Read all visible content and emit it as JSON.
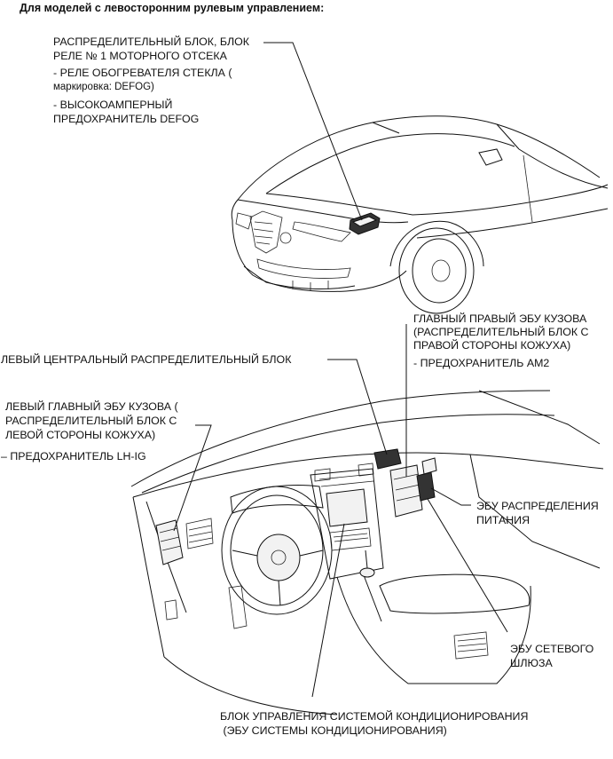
{
  "title": "Для моделей с левосторонним рулевым управлением:",
  "labels": {
    "engine_block": {
      "line1": "РАСПРЕДЕЛИТЕЛЬНЫЙ БЛОК, БЛОК",
      "line2": "РЕЛЕ № 1 МОТОРНОГО ОТСЕКА",
      "item1_line1": "- РЕЛЕ ОБОГРЕВАТЕЛЯ СТЕКЛА (",
      "item1_line2": "маркировка: DEFOG)",
      "item2_line1": "- ВЫСОКОАМПЕРНЫЙ",
      "item2_line2": "ПРЕДОХРАНИТЕЛЬ DEFOG"
    },
    "main_body_ecu_right": {
      "line1": "ГЛАВНЫЙ ПРАВЫЙ ЭБУ КУЗОВА",
      "line2": "(РАСПРЕДЕЛИТЕЛЬНЫЙ БЛОК С",
      "line3": "ПРАВОЙ СТОРОНЫ КОЖУХА)",
      "item1": "- ПРЕДОХРАНИТЕЛЬ AM2"
    },
    "left_central_block": {
      "line1": "ЛЕВЫЙ ЦЕНТРАЛЬНЫЙ РАСПРЕДЕЛИТЕЛЬНЫЙ БЛОК"
    },
    "main_body_ecu_left": {
      "line1": "ЛЕВЫЙ ГЛАВНЫЙ ЭБУ КУЗОВА (",
      "line2": "РАСПРЕДЕЛИТЕЛЬНЫЙ БЛОК С",
      "line3": "ЛЕВОЙ СТОРОНЫ КОЖУХА)",
      "item1": "– ПРЕДОХРАНИТЕЛЬ LH-IG"
    },
    "power_distribution_ecu": {
      "line1": "ЭБУ РАСПРЕДЕЛЕНИЯ",
      "line2": "ПИТАНИЯ"
    },
    "gateway_ecu": {
      "line1": "ЭБУ СЕТЕВОГО",
      "line2": "ШЛЮЗА"
    },
    "ac_control": {
      "line1": "БЛОК УПРАВЛЕНИЯ СИСТЕМОЙ КОНДИЦИОНИРОВАНИЯ",
      "line2": " (ЭБУ СИСТЕМЫ КОНДИЦИОНИРОВАНИЯ)"
    }
  }
}
